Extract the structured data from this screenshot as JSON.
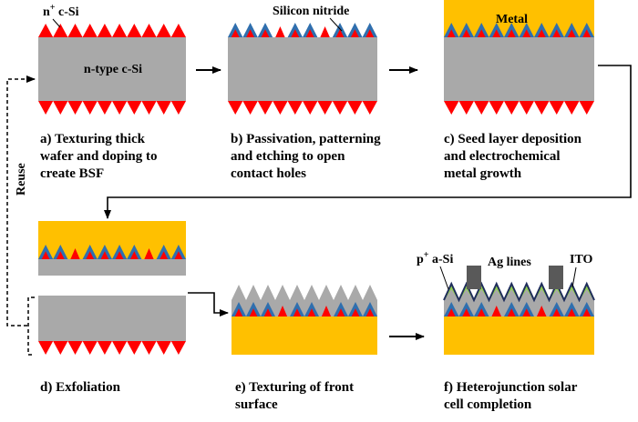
{
  "labels": {
    "n_plus_csi_base": "n",
    "n_plus_csi_sup": "+",
    "n_plus_csi_rest": " c-Si",
    "n_type_csi": "n-type c-Si",
    "silicon_nitride": "Silicon nitride",
    "metal": "Metal",
    "reuse": "Reuse",
    "p_plus_asi_base": "p",
    "p_plus_asi_sup": "+",
    "p_plus_asi_rest": " a-Si",
    "ag_lines": "Ag lines",
    "ito": "ITO"
  },
  "steps": {
    "a": [
      "a) Texturing thick",
      "wafer and doping to",
      "create BSF"
    ],
    "b": [
      "b) Passivation, patterning",
      "and etching to open",
      "contact holes"
    ],
    "c": [
      "c) Seed layer deposition",
      "and electrochemical",
      "metal growth"
    ],
    "d": [
      "d) Exfoliation"
    ],
    "e": [
      "e) Texturing of front",
      "surface"
    ],
    "f": [
      "f) Heterojunction solar",
      "cell completion"
    ]
  },
  "colors": {
    "silicon": "#a9a9a9",
    "doped_red": "#ff0000",
    "nitride_blue": "#2f6fae",
    "metal_gold": "#ffc000",
    "asi_green": "#92d050",
    "ag": "#595959",
    "ito_navy": "#1f2d5c"
  }
}
